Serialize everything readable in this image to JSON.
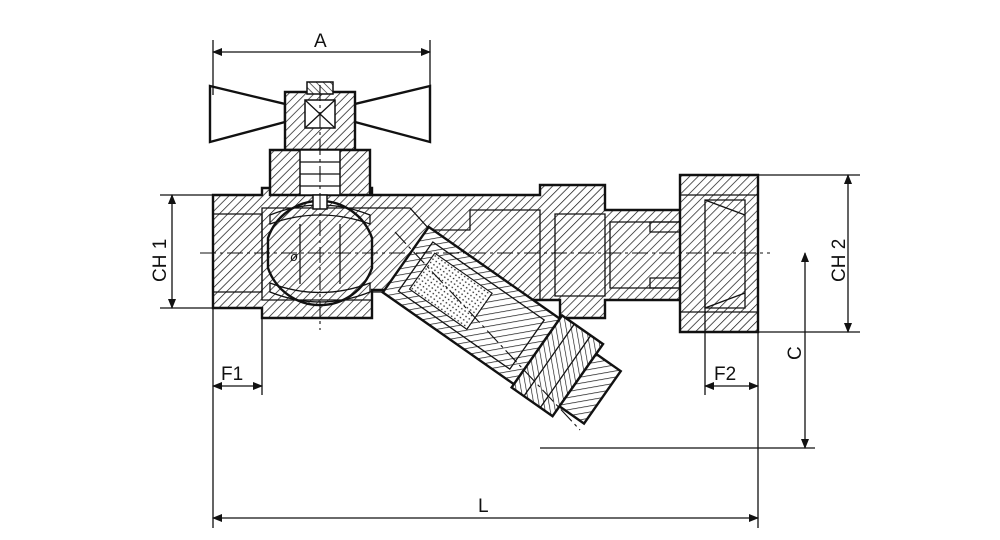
{
  "drawing": {
    "title": "",
    "dimensions": {
      "a": "A",
      "l": "L",
      "ch1": "CH 1",
      "ch2": "CH 2",
      "f1": "F1",
      "f2": "F2",
      "c": "C"
    },
    "diameter_symbol": "ø"
  }
}
